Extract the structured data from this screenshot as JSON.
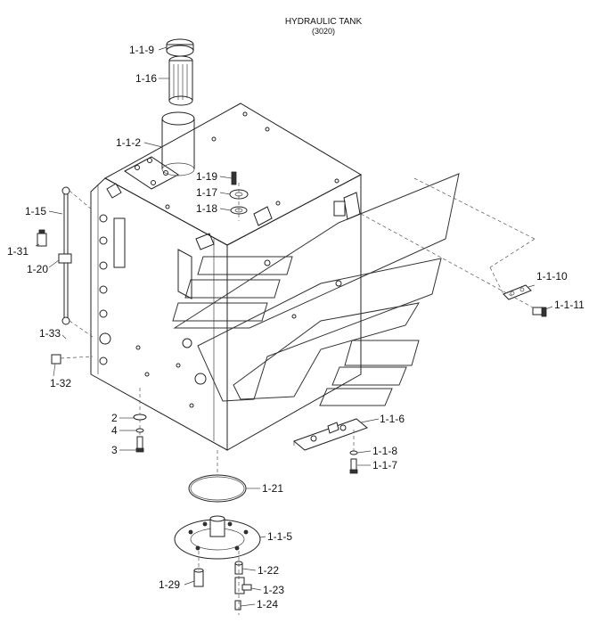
{
  "title": {
    "line1": "HYDRAULIC TANK",
    "line2": "(3020)"
  },
  "labels": {
    "p119": "1-1-9",
    "p116": "1-16",
    "p112": "1-1-2",
    "p119b": "1-19",
    "p117": "1-17",
    "p118": "1-18",
    "p115": "1-15",
    "p131": "1-31",
    "p120": "1-20",
    "p133": "1-33",
    "p132": "1-32",
    "p2": "2",
    "p4": "4",
    "p3": "3",
    "p1110": "1-1-10",
    "p1111": "1-1-11",
    "p116b": "1-1-6",
    "p118b": "1-1-8",
    "p117b": "1-1-7",
    "p121": "1-21",
    "p115b": "1-1-5",
    "p122": "1-22",
    "p129": "1-29",
    "p123": "1-23",
    "p124": "1-24"
  }
}
